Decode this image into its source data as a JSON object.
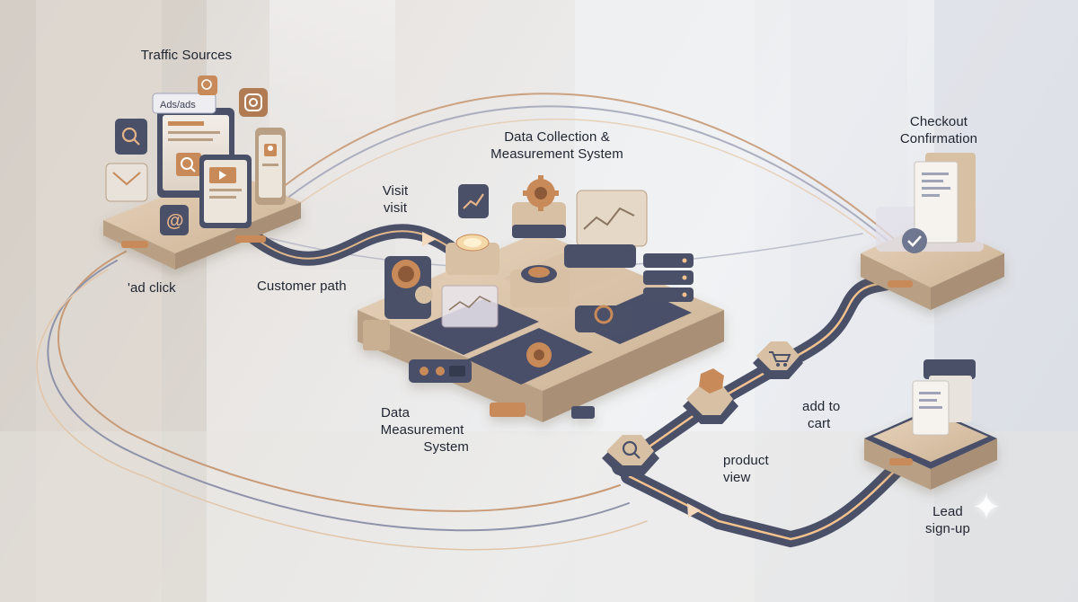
{
  "labels": {
    "traffic_sources": "Traffic Sources",
    "ads_tag": "Ads/ads",
    "ad_click": "'ad click",
    "customer_path": "Customer path",
    "visit_1": "Visit",
    "visit_2": "visit",
    "data_collection_1": "Data Collection &",
    "data_collection_2": "Measurement System",
    "data_measurement_1": "Data",
    "data_measurement_2": "Measurement",
    "data_measurement_3": "System",
    "checkout_1": "Checkout",
    "checkout_2": "Confirmation",
    "add_to_cart_1": "add to",
    "add_to_cart_2": "cart",
    "product_view_1": "product",
    "product_view_2": "view",
    "lead_1": "Lead",
    "lead_2": "sign-up"
  },
  "icons": {
    "search": "search-icon",
    "instagram": "instagram-icon",
    "email": "mail-icon",
    "at": "at-sign-icon",
    "play": "play-icon",
    "user": "user-icon",
    "gear": "gear-icon",
    "chart": "line-chart-icon",
    "server": "server-icon",
    "cart": "cart-icon",
    "receipt": "receipt-icon",
    "check": "checkmark-icon",
    "sparkle": "sparkle-icon"
  },
  "colors": {
    "beige": "#d8c0a4",
    "beige_dark": "#b9a085",
    "navy": "#4a5068",
    "navy_dark": "#363b50",
    "copper": "#c98a5a",
    "glow": "#f3c28f"
  }
}
